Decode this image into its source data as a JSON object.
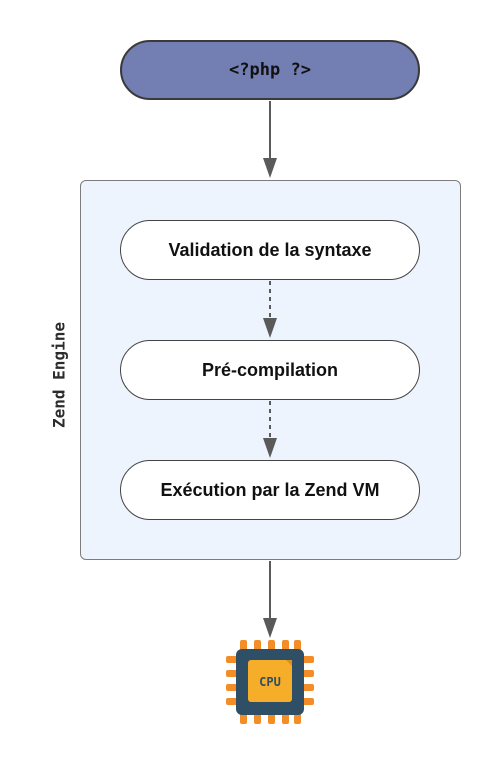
{
  "diagram": {
    "start": "<?php ?>",
    "container_label": "Zend Engine",
    "steps": [
      "Validation de la syntaxe",
      "Pré-compilation",
      "Exécution par la Zend VM"
    ],
    "cpu_label": "CPU",
    "edges": [
      {
        "from": "<?php ?>",
        "to": "Zend Engine",
        "style": "solid"
      },
      {
        "from": "Validation de la syntaxe",
        "to": "Pré-compilation",
        "style": "dashed"
      },
      {
        "from": "Pré-compilation",
        "to": "Exécution par la Zend VM",
        "style": "dashed"
      },
      {
        "from": "Zend Engine",
        "to": "CPU",
        "style": "solid"
      }
    ],
    "colors": {
      "start_fill": "#737fb3",
      "container_fill": "#eef4fd",
      "chip_body": "#2f4f66",
      "chip_core": "#f6ad29",
      "chip_pins": "#f38d28"
    }
  }
}
